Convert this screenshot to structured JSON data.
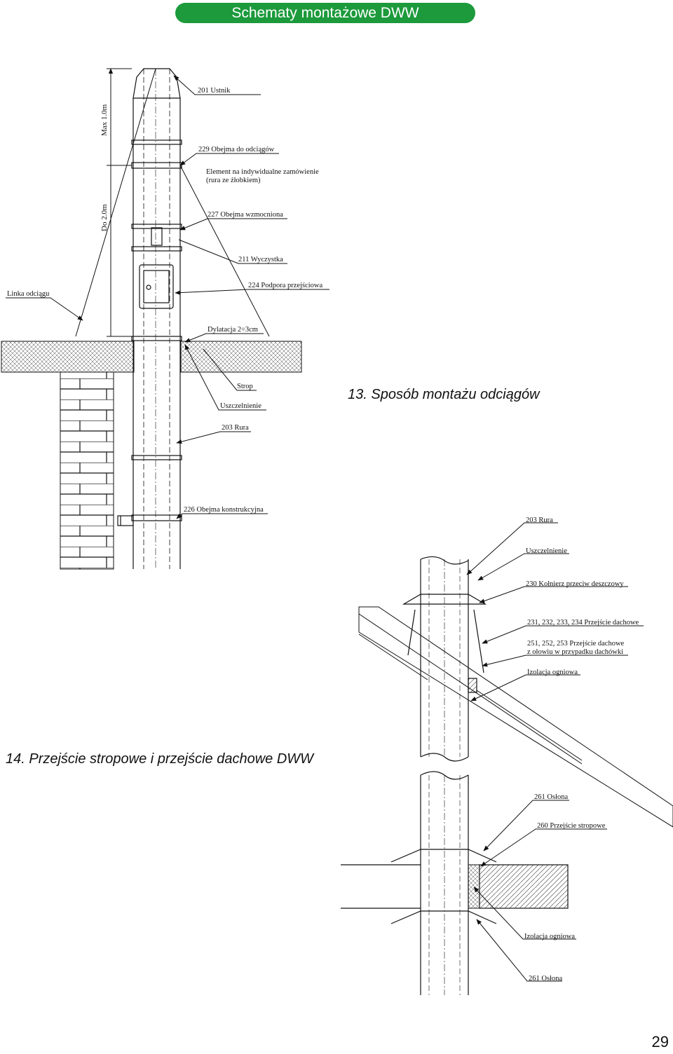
{
  "header": {
    "title": "Schematy montażowe DWW"
  },
  "figure13": {
    "caption": "13. Sposób montażu odciągów",
    "labels": {
      "ustnik": "201 Ustnik",
      "obejma_odciagow": "229 Obejma do odciągów",
      "element_line1": "Element na indywidualne zamówienie",
      "element_line2": "(rura ze żłobkiem)",
      "obejma_wzmocniona": "227 Obejma wzmocniona",
      "wyczystka": "211 Wyczystka",
      "podpora": "224 Podpora przejściowa",
      "linka": "Linka odciągu",
      "dylatacja": "Dylatacja  2÷3cm",
      "strop": "Strop",
      "uszczelnienie": "Uszczelnienie",
      "rura": "203 Rura",
      "obejma_konstrukcyjna": "226 Obejma konstrukcyjna",
      "dim_max": "Max 1.0m",
      "dim_do": "Do 2.0m"
    }
  },
  "figure14": {
    "caption": "14. Przejście stropowe i przejście dachowe DWW",
    "labels": {
      "rura": "203 Rura",
      "uszczelnienie": "Uszczelnienie",
      "kolnierz": "230 Kołnierz przeciw deszczowy",
      "przejscie_dachowe": "231, 232, 233, 234 Przejście dachowe",
      "olow_line1": "251, 252, 253 Przejście dachowe",
      "olow_line2": "z ołowiu w przypadku dachówki",
      "izolacja1": "Izolacja ogniowa",
      "oslona1": "261 Osłona",
      "przejscie_stropowe": "260 Przejście stropowe",
      "izolacja2": "Izolacja ogniowa",
      "oslona2": "261 Osłona"
    }
  },
  "page": {
    "number": "29"
  }
}
